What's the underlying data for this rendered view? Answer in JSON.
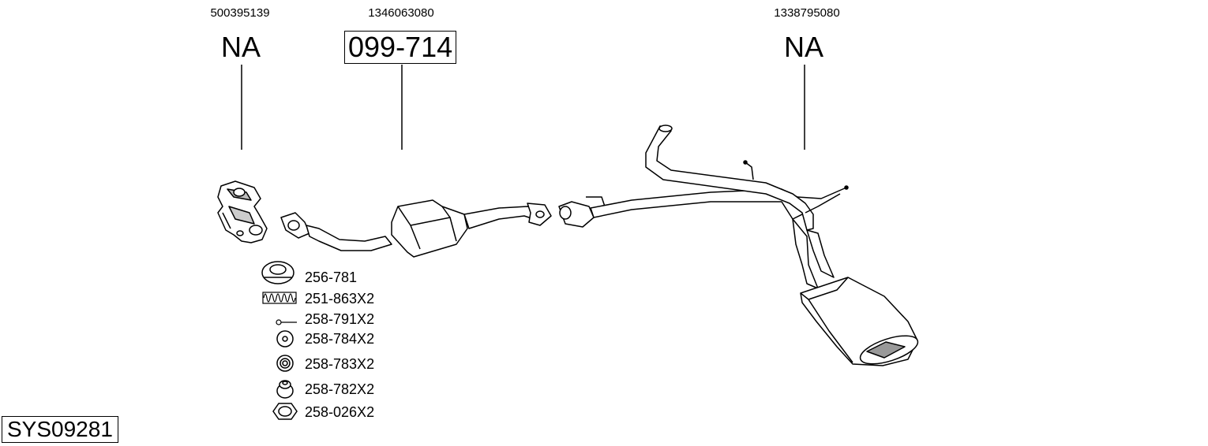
{
  "columns": [
    {
      "oem": "500395139",
      "part": "NA",
      "boxed": false
    },
    {
      "oem": "1346063080",
      "part": "099-714",
      "boxed": true
    },
    {
      "oem": "1338795080",
      "part": "NA",
      "boxed": false
    }
  ],
  "legend": [
    {
      "label": "256-781",
      "icon": "gasket-ring-icon"
    },
    {
      "label": "251-863X2",
      "icon": "spring-icon"
    },
    {
      "label": "258-791X2",
      "icon": "bolt-icon"
    },
    {
      "label": "258-784X2",
      "icon": "washer-icon"
    },
    {
      "label": "258-783X2",
      "icon": "rubber-mount-icon"
    },
    {
      "label": "258-782X2",
      "icon": "rubber-bush-icon"
    },
    {
      "label": "258-026X2",
      "icon": "hex-nut-icon"
    }
  ],
  "system_code": "SYS09281"
}
